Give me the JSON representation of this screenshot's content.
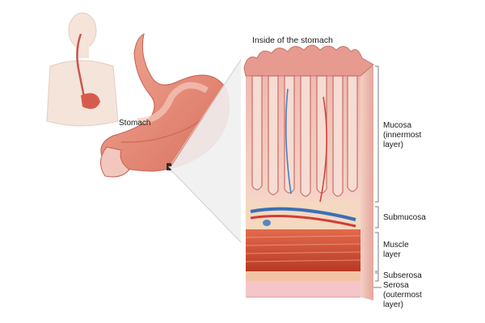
{
  "figure": {
    "inset_title": "Inside of the stomach",
    "organ_label": "Stomach",
    "layers": [
      {
        "name": "Mucosa\n(innermost\nlayer)",
        "color": "#e9a9a0"
      },
      {
        "name": "Submucosa",
        "color": "#f3d2b5"
      },
      {
        "name": "Muscle\nlayer",
        "color": "#d2543c"
      },
      {
        "name": "Subserosa",
        "color": "#f1c0a0"
      },
      {
        "name": "Serosa\n(outermost\nlayer)",
        "color": "#f3c3c8"
      }
    ]
  }
}
